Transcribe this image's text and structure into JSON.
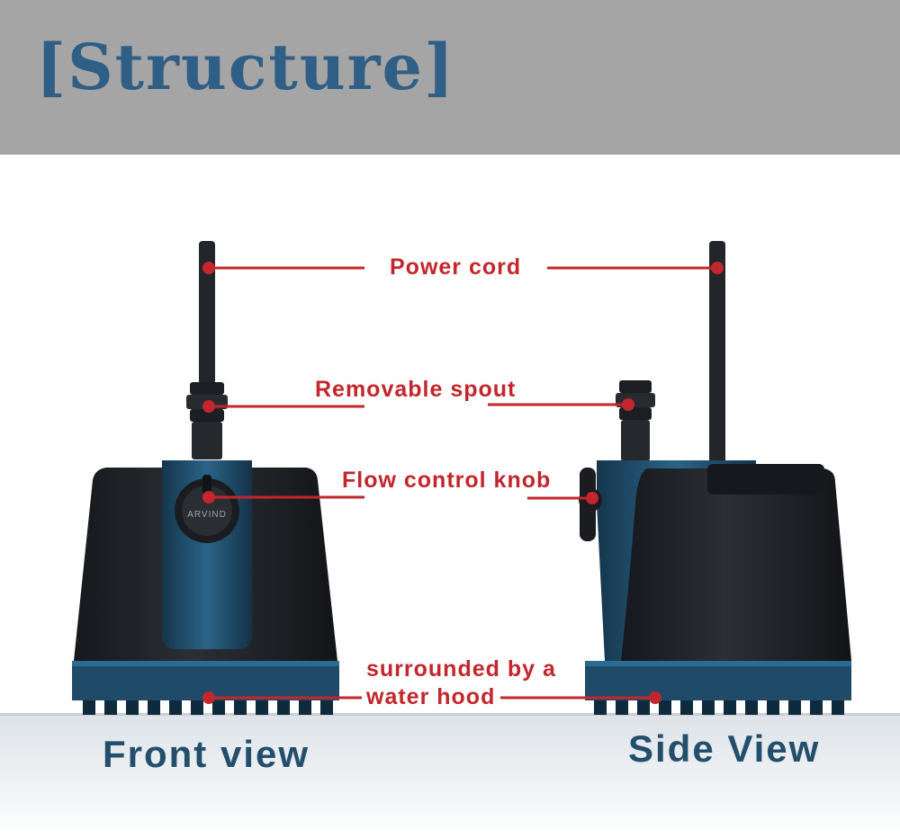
{
  "header": {
    "title": "[Structure]"
  },
  "brand_mark": "ARVIND",
  "callouts": {
    "power_cord": "Power cord",
    "removable_spout": "Removable spout",
    "flow_control_knob": "Flow control knob",
    "water_hood_line1": "surrounded by a",
    "water_hood_line2": "water hood"
  },
  "views": {
    "front": "Front view",
    "side": "Side View"
  },
  "colors": {
    "header_bg": "#a5a5a5",
    "title": "#2f5f86",
    "callout": "#c3262c",
    "view_label": "#234f6c",
    "pump_body": "#1e2126",
    "pump_blue": "#1d4a68"
  }
}
